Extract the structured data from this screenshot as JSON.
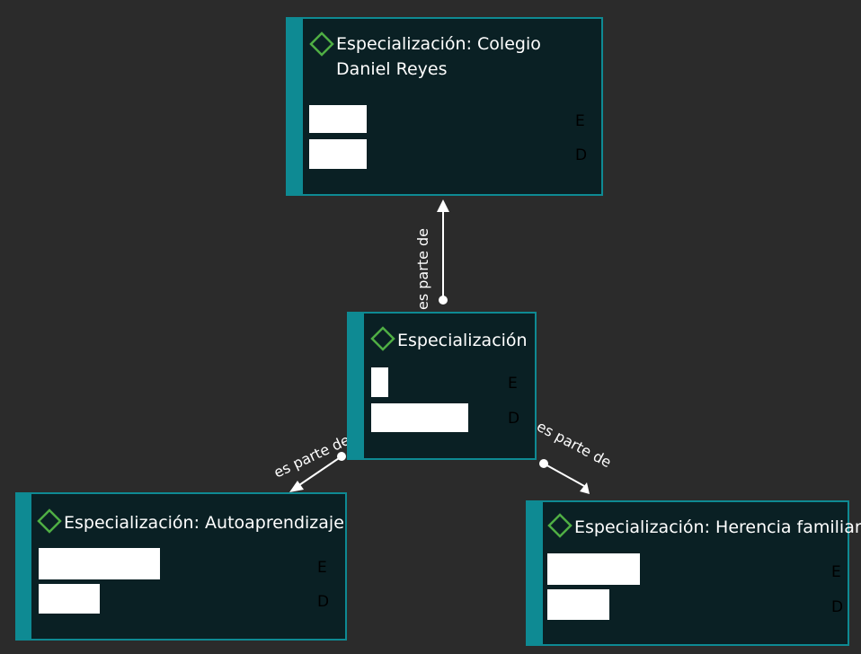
{
  "colors": {
    "background": "#2b2b2b",
    "node_fill": "#0a2024",
    "node_border": "#0e8a93",
    "diamond": "#4fae44",
    "text": "#ffffff"
  },
  "nodes": {
    "top": {
      "title": "Especialización: Colegio Daniel Reyes",
      "label_e": "E",
      "label_d": "D",
      "icon": "diamond-icon"
    },
    "center": {
      "title": "Especialización",
      "label_e": "E",
      "label_d": "D",
      "icon": "diamond-icon"
    },
    "left": {
      "title": "Especialización: Autoaprendizaje",
      "label_e": "E",
      "label_d": "D",
      "icon": "diamond-icon"
    },
    "right": {
      "title": "Especialización: Herencia familiar",
      "label_e": "E",
      "label_d": "D",
      "icon": "diamond-icon"
    }
  },
  "edges": [
    {
      "from": "center",
      "to": "top",
      "label": "es parte de"
    },
    {
      "from": "center",
      "to": "left",
      "label": "es parte de"
    },
    {
      "from": "center",
      "to": "right",
      "label": "es parte de"
    }
  ]
}
